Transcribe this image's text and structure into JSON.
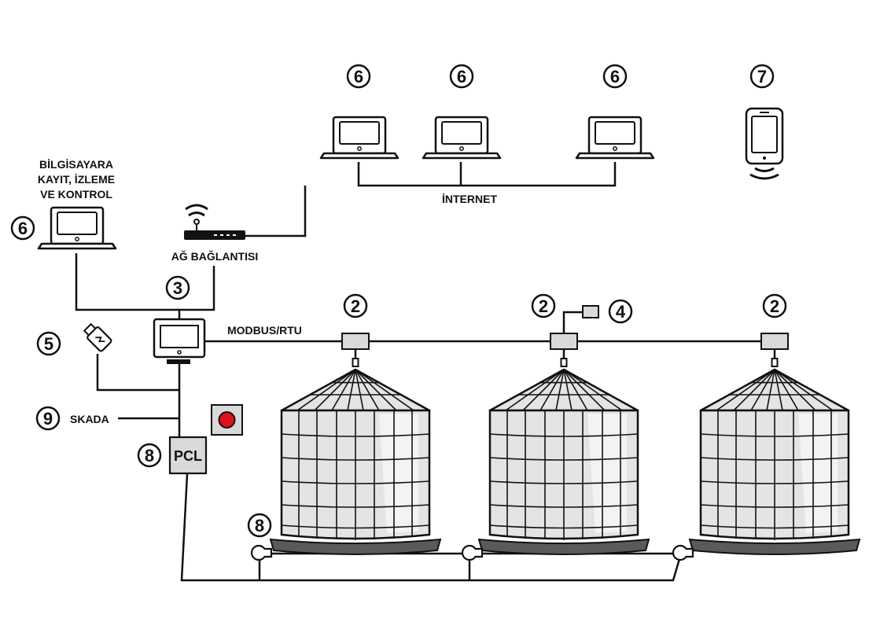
{
  "labels": {
    "bilgisayar_line1": "BİLGİSAYARA",
    "bilgisayar_line2": "KAYIT, İZLEME",
    "bilgisayar_line3": "VE KONTROL",
    "ag_baglantisi": "AĞ BAĞLANTISI",
    "internet": "İNTERNET",
    "modbus": "MODBUS/RTU",
    "skada": "SKADA",
    "pcl": "PCL"
  },
  "markers": {
    "laptop_local": "6",
    "laptop_remote_1": "6",
    "laptop_remote_2": "6",
    "laptop_remote_3": "6",
    "phone": "7",
    "controller": "3",
    "usb": "5",
    "skada": "9",
    "pcl": "8",
    "fan": "8",
    "sensor_hub_1": "2",
    "sensor_hub_2": "2",
    "sensor_hub_3": "2",
    "extra_sensor": "4"
  },
  "icons": {
    "laptop": "laptop-icon",
    "phone": "smartphone-icon",
    "router": "wifi-router-icon",
    "usb": "usb-stick-icon",
    "controller": "monitor-icon",
    "emergency": "red-button-icon",
    "silo": "grain-silo-icon",
    "fan": "aeration-fan-icon"
  },
  "colors": {
    "line": "#111111",
    "silo_fill": "#e4e4e4",
    "device_fill": "#d9d9d9",
    "base": "#5a5a5a",
    "alarm_red": "#e0101a"
  }
}
